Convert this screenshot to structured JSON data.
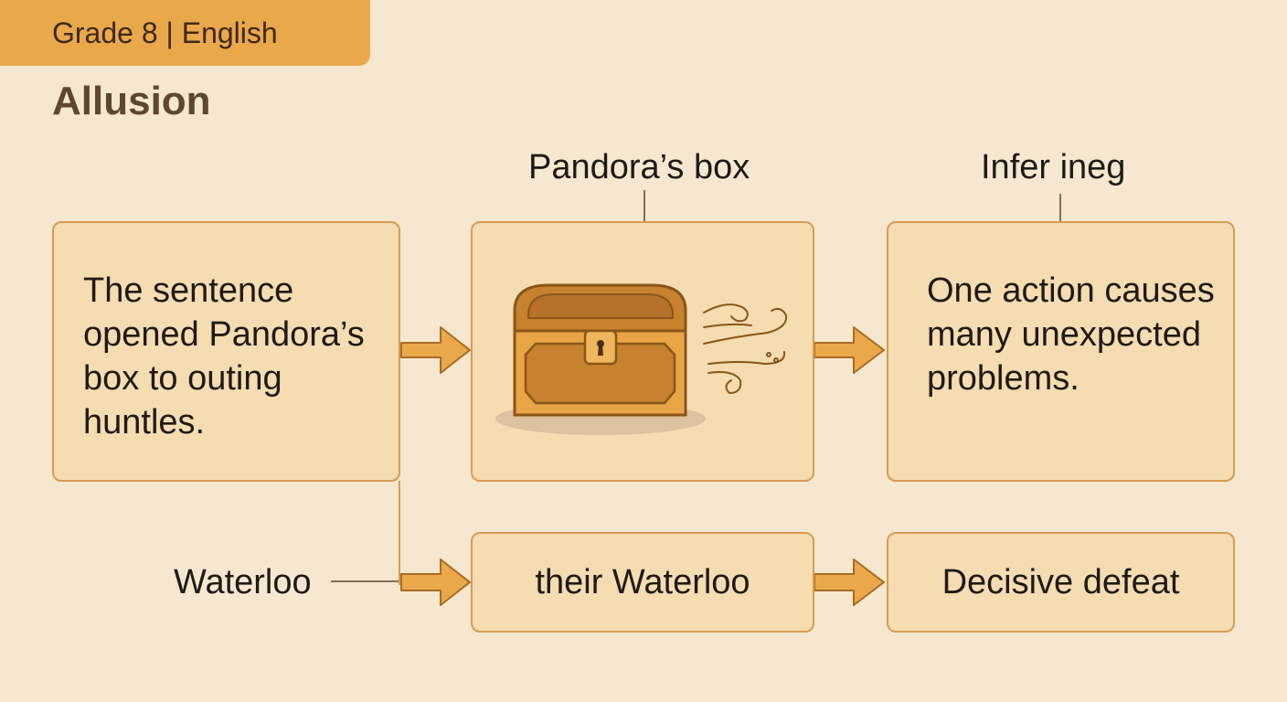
{
  "header": {
    "tag": "Grade 8 | English",
    "title": "Allusion"
  },
  "row1": {
    "sentence_box": "The sentence opened Pandora’s box to outing huntles.",
    "allusion_label": "Pandora’s box",
    "inference_label": "Infer ineg",
    "meaning_box": "One action causes many unexpected problems."
  },
  "row2": {
    "allusion_label": "Waterloo",
    "phrase_box": "their Waterloo",
    "meaning_box": "Decisive defeat"
  },
  "icons": {
    "chest": "treasure-chest-icon",
    "wind": "wind-swirl-icon",
    "arrow": "right-arrow-icon"
  },
  "colors": {
    "background": "#f6e8d0",
    "tab": "#eba84a",
    "box_fill": "#f5dcb1",
    "box_border": "#d99b4f",
    "arrow": "#eba84a",
    "title": "#5e4631"
  }
}
